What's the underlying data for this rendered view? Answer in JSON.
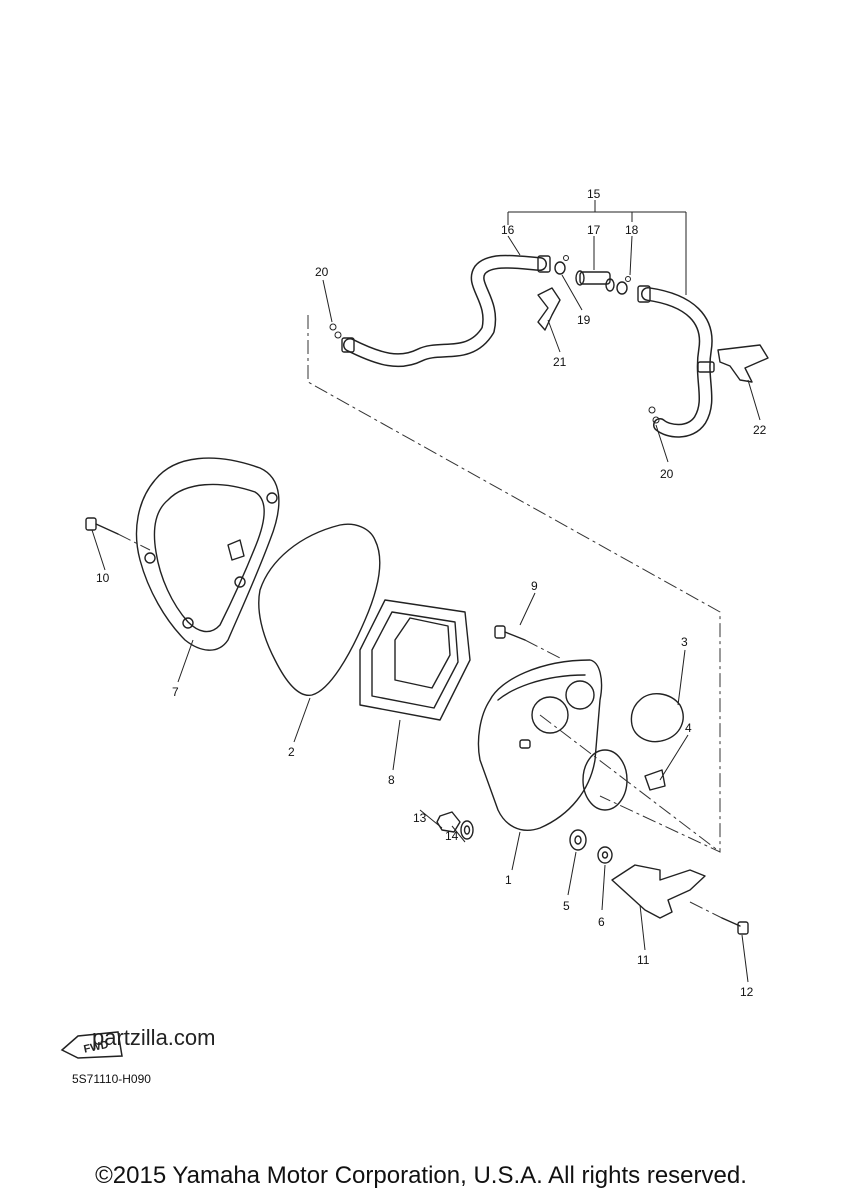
{
  "diagram": {
    "callouts": [
      {
        "id": "c1",
        "label": "1"
      },
      {
        "id": "c2",
        "label": "2"
      },
      {
        "id": "c3",
        "label": "3"
      },
      {
        "id": "c4",
        "label": "4"
      },
      {
        "id": "c5",
        "label": "5"
      },
      {
        "id": "c6",
        "label": "6"
      },
      {
        "id": "c7",
        "label": "7"
      },
      {
        "id": "c8",
        "label": "8"
      },
      {
        "id": "c9",
        "label": "9"
      },
      {
        "id": "c10",
        "label": "10"
      },
      {
        "id": "c11",
        "label": "11"
      },
      {
        "id": "c12",
        "label": "12"
      },
      {
        "id": "c13",
        "label": "13"
      },
      {
        "id": "c14",
        "label": "14"
      },
      {
        "id": "c15",
        "label": "15"
      },
      {
        "id": "c16",
        "label": "16"
      },
      {
        "id": "c17",
        "label": "17"
      },
      {
        "id": "c18",
        "label": "18"
      },
      {
        "id": "c19",
        "label": "19"
      },
      {
        "id": "c20a",
        "label": "20"
      },
      {
        "id": "c20b",
        "label": "20"
      },
      {
        "id": "c21",
        "label": "21"
      },
      {
        "id": "c22",
        "label": "22"
      }
    ],
    "part_code": "5S71110-H090"
  },
  "watermark": {
    "text": "partzilla.com",
    "badge": "FWD"
  },
  "footer": {
    "copyright": "©2015 Yamaha Motor Corporation, U.S.A. All rights reserved."
  }
}
